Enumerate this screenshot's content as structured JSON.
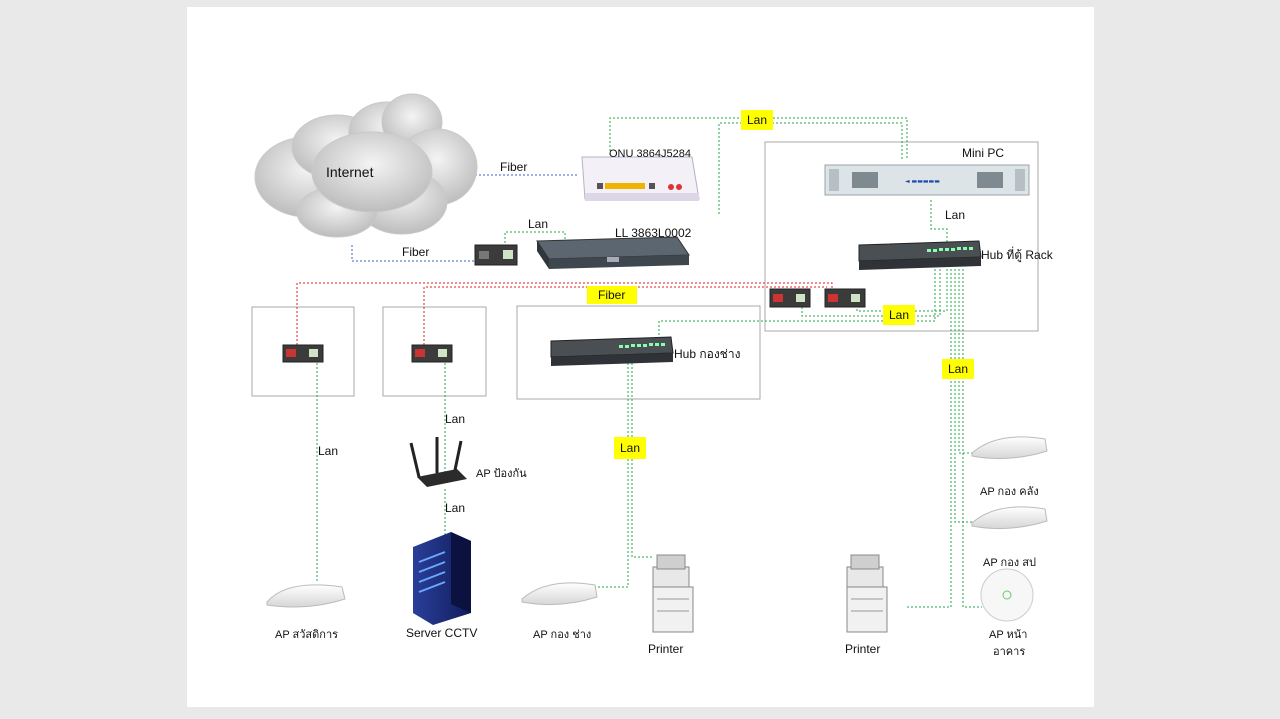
{
  "colors": {
    "background": "#e9e9e9",
    "slide": "#ffffff",
    "lan_line": "#22aa44",
    "fiber_line_blue": "#3366cc",
    "fiber_line_red": "#dd2222",
    "highlight": "#ffff00",
    "box_border": "#aaaaaa"
  },
  "labels": {
    "internet": "Internet",
    "fiber_top": "Fiber",
    "fiber_bottom": "Fiber",
    "onu": "ONU 3864J5284",
    "ll": "LL 3863L0002",
    "lan_ll": "Lan",
    "lan_top_hl": "Lan",
    "mini_pc": "Mini PC",
    "lan_minipc": "Lan",
    "hub_rack": "Hub ที่ตู้ Rack",
    "fiber_hl": "Fiber",
    "lan_rack_hl": "Lan",
    "hub_workshop": "Hub กองช่าง",
    "lan_right_hl": "Lan",
    "lan_left": "Lan",
    "lan_mid1": "Lan",
    "ap_guard": "AP ป้องกัน",
    "lan_mid2": "Lan",
    "lan_workshop_hl": "Lan",
    "ap_welfare": "AP สวัสดิการ",
    "server_cctv": "Server CCTV",
    "ap_workshop": "AP กอง ช่าง",
    "printer_left": "Printer",
    "printer_right": "Printer",
    "ap_treasury": "AP กอง คลัง",
    "ap_education": "AP กอง สป",
    "ap_front_1": "AP หน้า",
    "ap_front_2": "อาคาร"
  },
  "icons": [
    "cloud-icon",
    "onu-router-icon",
    "media-converter-icon",
    "leased-line-router-icon",
    "mini-pc-icon",
    "switch-icon",
    "wifi-router-icon",
    "server-icon",
    "access-point-icon",
    "printer-icon"
  ]
}
